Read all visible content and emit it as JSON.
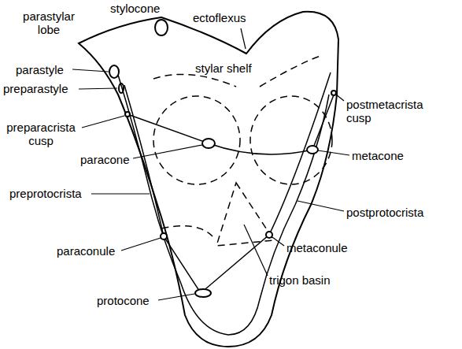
{
  "diagram": {
    "labels": [
      "parastylar lobe",
      "stylocone",
      "ectoflexus",
      "parastyle",
      "stylar shelf",
      "preparastyle",
      "postmetacrista cusp",
      "preparacrista cusp",
      "paracone",
      "metacone",
      "preprotocrista",
      "postprotocrista",
      "paraconule",
      "metaconule",
      "trigon basin",
      "protocone"
    ]
  }
}
